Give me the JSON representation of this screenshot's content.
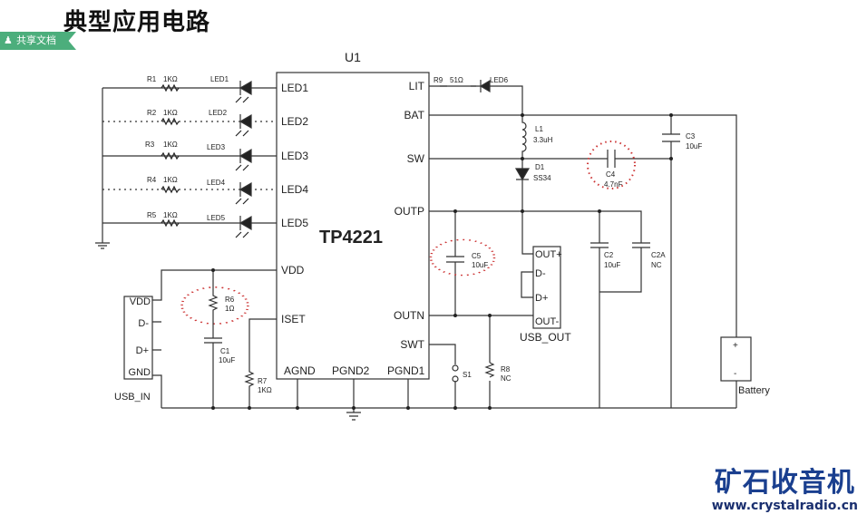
{
  "document": {
    "title": "典型应用电路",
    "share_badge": "共享文档",
    "share_icon": "user-icon"
  },
  "schematic": {
    "chip_ref": "U1",
    "chip_name": "TP4221",
    "left_pins": [
      "LED1",
      "LED2",
      "LED3",
      "LED4",
      "LED5",
      "VDD",
      "ISET"
    ],
    "right_pins": [
      "LIT",
      "BAT",
      "SW",
      "OUTP",
      "OUTN",
      "SWT"
    ],
    "bottom_pins": [
      "AGND",
      "PGND2",
      "PGND1"
    ],
    "led_rows": [
      {
        "res": "R1",
        "val": "1KΩ",
        "led": "LED1"
      },
      {
        "res": "R2",
        "val": "1KΩ",
        "led": "LED2"
      },
      {
        "res": "R3",
        "val": "1KΩ",
        "led": "LED3"
      },
      {
        "res": "R4",
        "val": "1KΩ",
        "led": "LED4"
      },
      {
        "res": "R5",
        "val": "1KΩ",
        "led": "LED5"
      }
    ],
    "parts": {
      "r9": "R9",
      "r9_val": "51Ω",
      "led6": "LED6",
      "l1": "L1",
      "l1_val": "3.3uH",
      "d1": "D1",
      "d1_val": "SS34",
      "c3": "C3",
      "c3_val": "10uF",
      "c4": "C4",
      "c4_val": "4.7nF",
      "c5": "C5",
      "c5_val": "10uF",
      "c2": "C2",
      "c2_val": "10uF",
      "c2a": "C2A",
      "c2a_val": "NC",
      "r6": "R6",
      "r6_val": "1Ω",
      "c1": "C1",
      "c1_val": "10uF",
      "r7": "R7",
      "r7_val": "1KΩ",
      "r8": "R8",
      "r8_val": "NC",
      "s1": "S1"
    },
    "usb_in": {
      "label": "USB_IN",
      "pins": [
        "VDD",
        "D-",
        "D+",
        "GND"
      ]
    },
    "usb_out": {
      "label": "USB_OUT",
      "pins": [
        "OUT+",
        "D-",
        "D+",
        "OUT-"
      ]
    },
    "battery": {
      "label": "Battery",
      "plus": "+",
      "minus": "-"
    }
  },
  "logo": {
    "name": "矿石收音机",
    "url": "www.crystalradio.cn",
    "color": "#1a3f8f"
  }
}
